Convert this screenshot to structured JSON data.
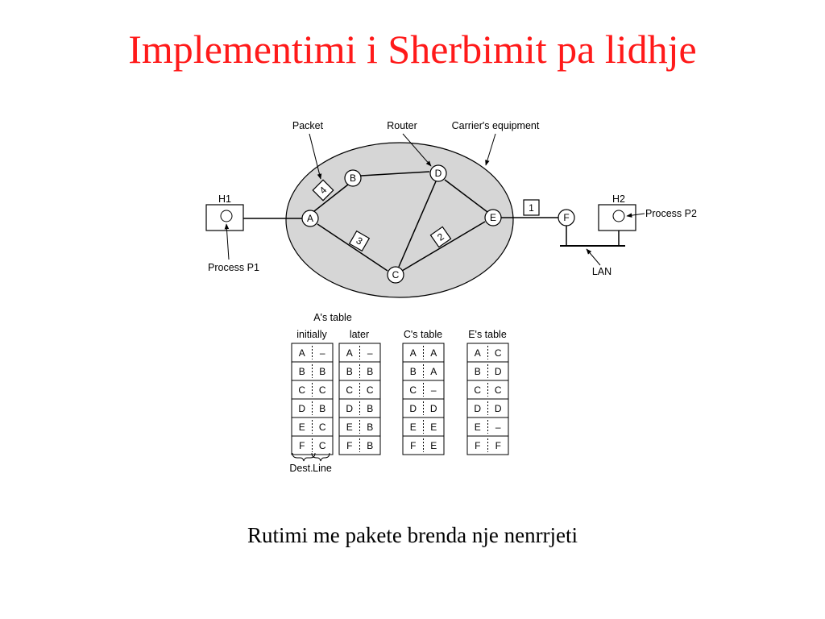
{
  "title": "Implementimi i Sherbimit pa lidhje",
  "caption": "Rutimi me pakete brenda nje nenrrjeti",
  "diagram": {
    "callouts": {
      "packet": "Packet",
      "router": "Router",
      "carrier": "Carrier's equipment",
      "process_p1": "Process P1",
      "process_p2": "Process P2",
      "lan": "LAN"
    },
    "hosts": {
      "h1": "H1",
      "h2": "H2"
    },
    "nodes": {
      "A": "A",
      "B": "B",
      "C": "C",
      "D": "D",
      "E": "E",
      "F": "F"
    },
    "packets": {
      "p1": "1",
      "p2": "2",
      "p3": "3",
      "p4": "4"
    }
  },
  "tables": {
    "a_group_title": "A's table",
    "a_initially": {
      "header": "initially",
      "rows": [
        [
          "A",
          "–"
        ],
        [
          "B",
          "B"
        ],
        [
          "C",
          "C"
        ],
        [
          "D",
          "B"
        ],
        [
          "E",
          "C"
        ],
        [
          "F",
          "C"
        ]
      ]
    },
    "a_later": {
      "header": "later",
      "rows": [
        [
          "A",
          "–"
        ],
        [
          "B",
          "B"
        ],
        [
          "C",
          "C"
        ],
        [
          "D",
          "B"
        ],
        [
          "E",
          "B"
        ],
        [
          "F",
          "B"
        ]
      ]
    },
    "c_table": {
      "header": "C's table",
      "rows": [
        [
          "A",
          "A"
        ],
        [
          "B",
          "A"
        ],
        [
          "C",
          "–"
        ],
        [
          "D",
          "D"
        ],
        [
          "E",
          "E"
        ],
        [
          "F",
          "E"
        ]
      ]
    },
    "e_table": {
      "header": "E's table",
      "rows": [
        [
          "A",
          "C"
        ],
        [
          "B",
          "D"
        ],
        [
          "C",
          "C"
        ],
        [
          "D",
          "D"
        ],
        [
          "E",
          "–"
        ],
        [
          "F",
          "F"
        ]
      ]
    },
    "dest_label": "Dest.",
    "line_label": "Line"
  }
}
